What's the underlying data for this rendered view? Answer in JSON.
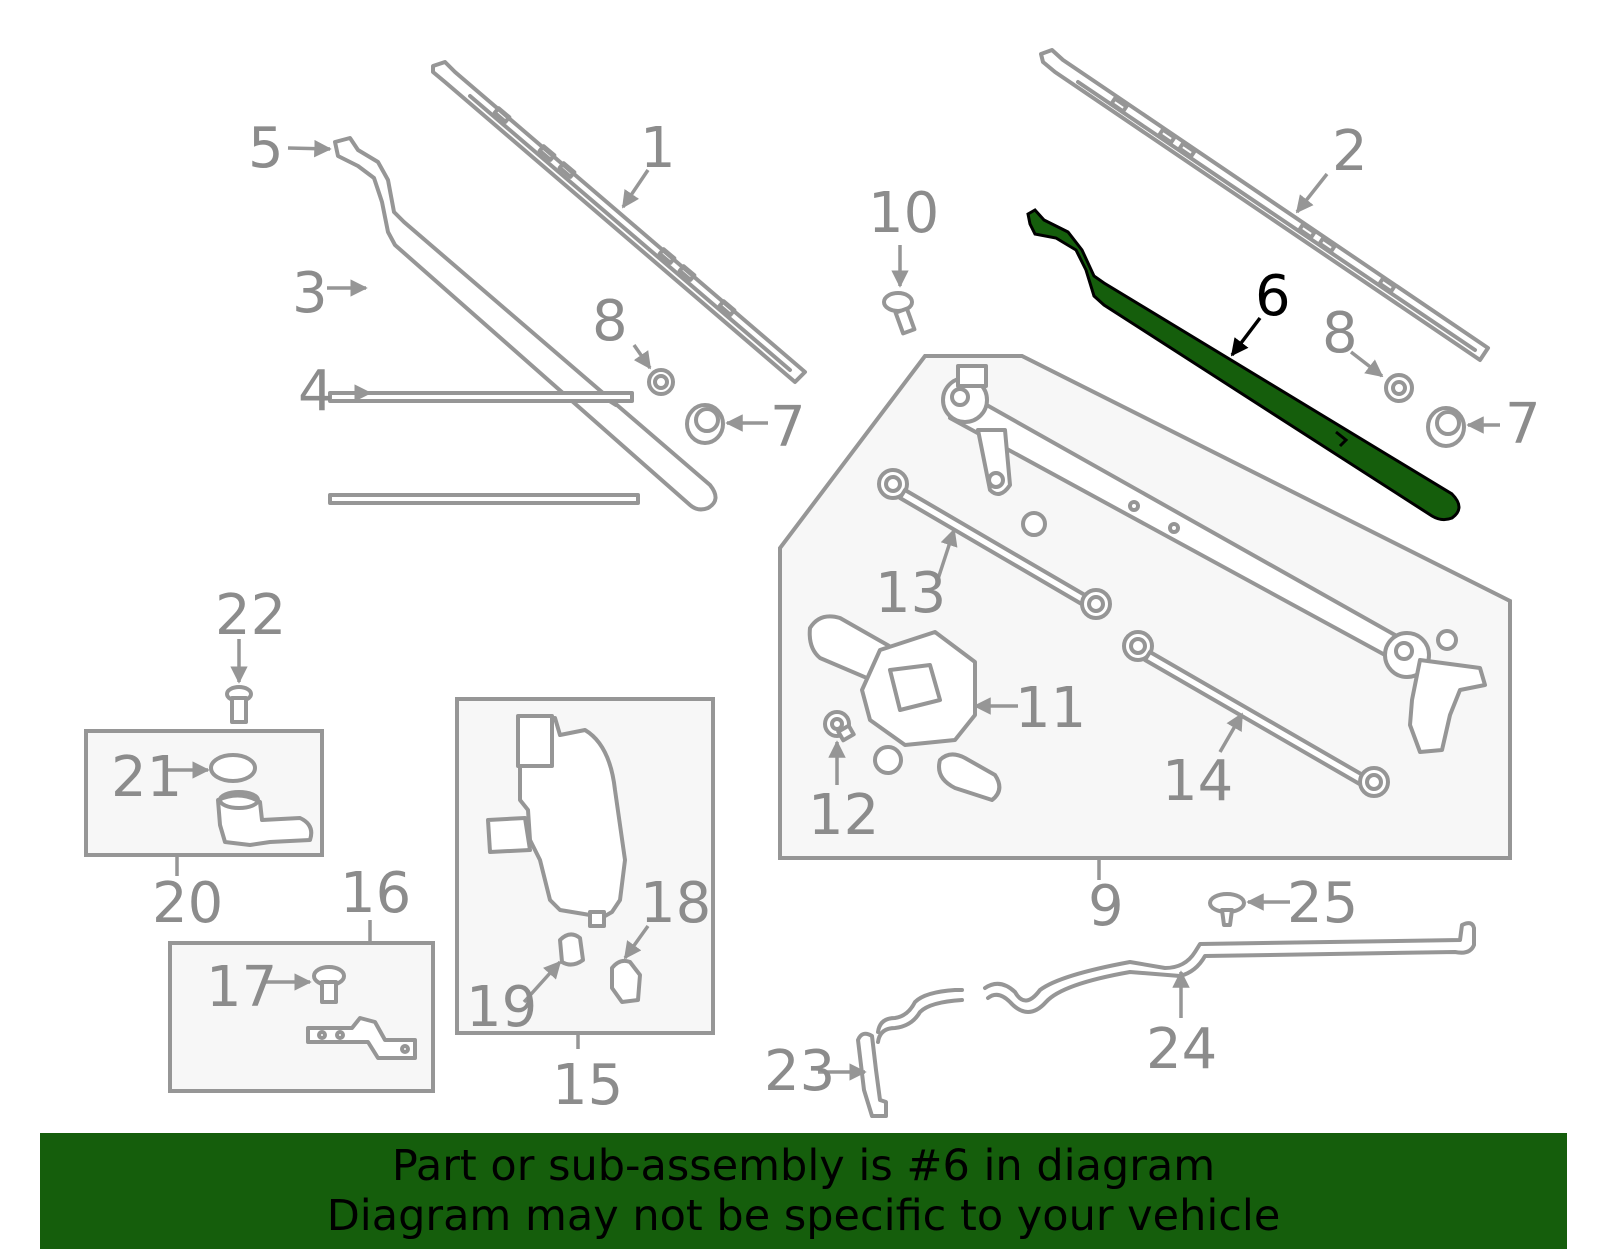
{
  "highlight_color": "#155e0c",
  "part_color": "#969696",
  "callouts": {
    "c1": "1",
    "c2": "2",
    "c3": "3",
    "c4": "4",
    "c5": "5",
    "c6": "6",
    "c7a": "7",
    "c7b": "7",
    "c8a": "8",
    "c8b": "8",
    "c9": "9",
    "c10": "10",
    "c11": "11",
    "c12": "12",
    "c13": "13",
    "c14": "14",
    "c15": "15",
    "c16": "16",
    "c17": "17",
    "c18": "18",
    "c19": "19",
    "c20": "20",
    "c21": "21",
    "c22": "22",
    "c23": "23",
    "c24": "24",
    "c25": "25"
  },
  "banner": {
    "line1": "Part or sub-assembly is #6 in diagram",
    "line2": "Diagram may not be specific to your vehicle"
  }
}
